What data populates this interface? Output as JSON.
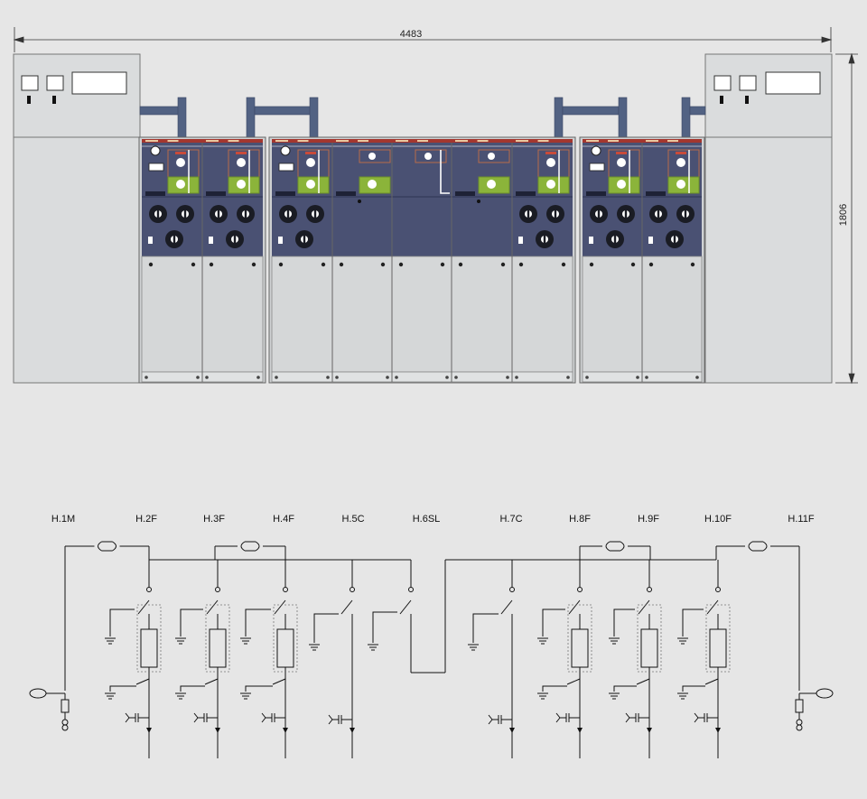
{
  "dimensions": {
    "width_label": "4483",
    "height_label": "1806"
  },
  "colors": {
    "background": "#e6e6e6",
    "cabinet_gray": "#dadcdd",
    "panel_blue": "#4a5173",
    "panel_red_stripe": "#a3362e",
    "door_gray": "#d5d7d8",
    "duct_blue": "#526283",
    "line": "#111111"
  },
  "feeders": [
    {
      "id": "H.1M"
    },
    {
      "id": "H.2F"
    },
    {
      "id": "H.3F"
    },
    {
      "id": "H.4F"
    },
    {
      "id": "H.5C"
    },
    {
      "id": "H.6SL"
    },
    {
      "id": "H.7C"
    },
    {
      "id": "H.8F"
    },
    {
      "id": "H.9F"
    },
    {
      "id": "H.10F"
    },
    {
      "id": "H.11F"
    }
  ]
}
